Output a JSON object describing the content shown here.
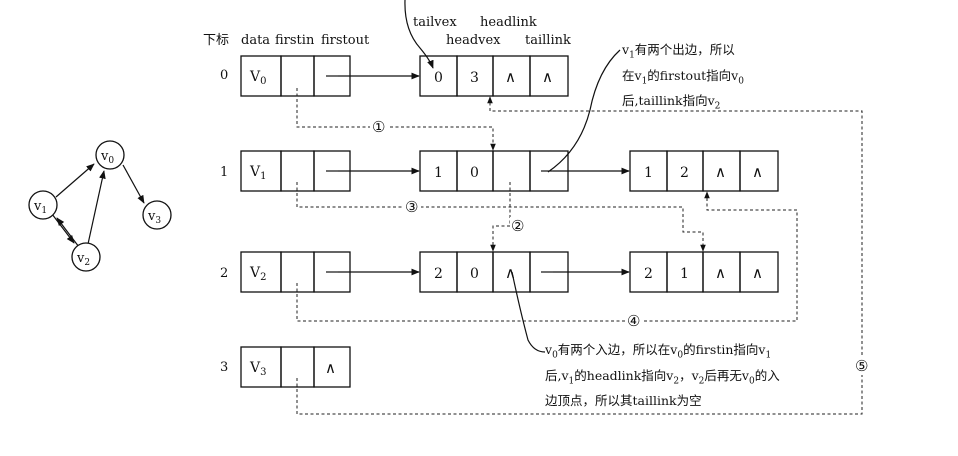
{
  "header": {
    "index": "下标",
    "data": "data",
    "firstin": "firstin",
    "firstout": "firstout",
    "tailvex": "tailvex",
    "headvex": "headvex",
    "headlink": "headlink",
    "taillink": "taillink"
  },
  "vertices": [
    {
      "index": "0",
      "name": "V",
      "sub": "0",
      "firstout_null": false
    },
    {
      "index": "1",
      "name": "V",
      "sub": "1",
      "firstout_null": false
    },
    {
      "index": "2",
      "name": "V",
      "sub": "2",
      "firstout_null": false
    },
    {
      "index": "3",
      "name": "V",
      "sub": "3",
      "firstout_null": true
    }
  ],
  "null_symbol": "∧",
  "arcs": [
    {
      "id": "arc-0-3",
      "tail": "0",
      "head": "3"
    },
    {
      "id": "arc-1-0",
      "tail": "1",
      "head": "0"
    },
    {
      "id": "arc-1-2",
      "tail": "1",
      "head": "2"
    },
    {
      "id": "arc-2-0",
      "tail": "2",
      "head": "0"
    },
    {
      "id": "arc-2-1",
      "tail": "2",
      "head": "1"
    }
  ],
  "circled_labels": [
    "①",
    "②",
    "③",
    "④",
    "⑤"
  ],
  "graph": {
    "nodes": [
      {
        "name": "v",
        "sub": "0"
      },
      {
        "name": "v",
        "sub": "1"
      },
      {
        "name": "v",
        "sub": "2"
      },
      {
        "name": "v",
        "sub": "3"
      }
    ]
  },
  "notes": {
    "top": {
      "l1_a": "v",
      "l1_sub": "1",
      "l1_b": "有两个出边，所以",
      "l2_a": "在v",
      "l2_sub1": "1",
      "l2_b": "的firstout指向v",
      "l2_sub2": "0",
      "l3_a": "后,taillink指向v",
      "l3_sub": "2"
    },
    "bottom": {
      "l1_a": "v",
      "l1_sub1": "0",
      "l1_b": "有两个入边，所以在v",
      "l1_sub2": "0",
      "l1_c": "的firstin指向v",
      "l1_sub3": "1",
      "l2_a": "后,v",
      "l2_sub1": "1",
      "l2_b": "的headlink指向v",
      "l2_sub2": "2",
      "l2_c": "，v",
      "l2_sub3": "2",
      "l2_d": "后再无v",
      "l2_sub4": "0",
      "l2_e": "的入",
      "l3": "边顶点，所以其taillink为空"
    }
  }
}
